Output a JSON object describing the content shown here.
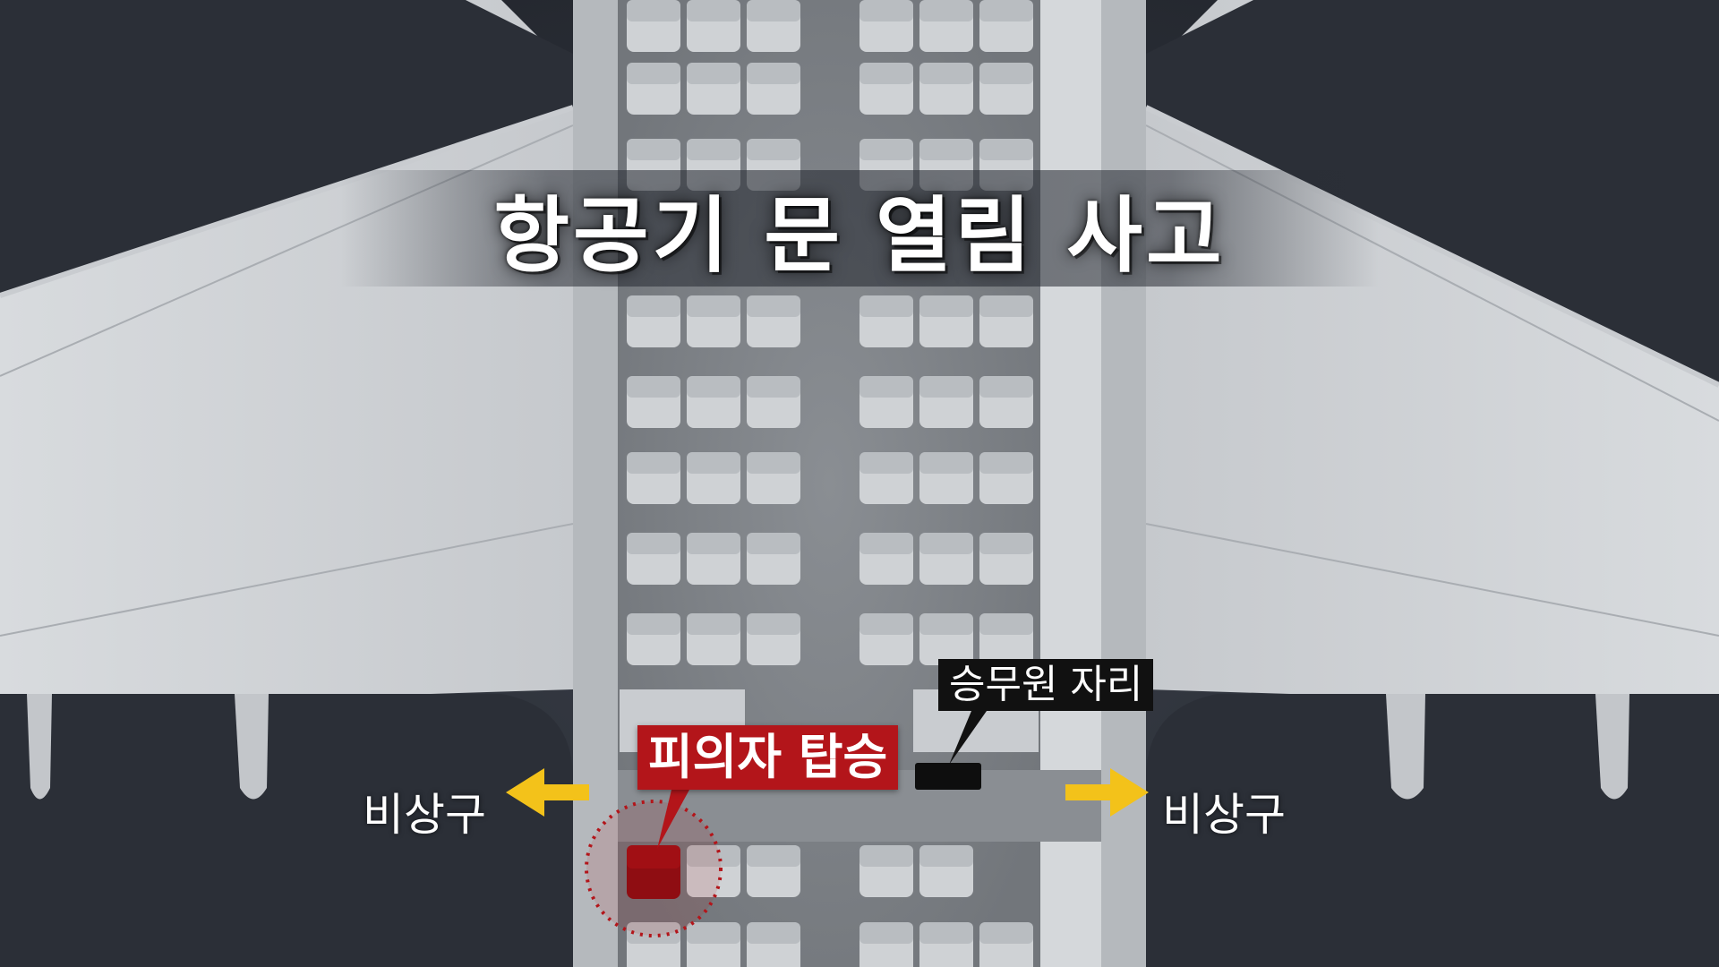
{
  "title": "항공기 문 열림 사고",
  "labels": {
    "suspect_seat": "피의자 탑승",
    "crew_seat": "승무원 자리",
    "exit_left": "비상구",
    "exit_right": "비상구"
  },
  "colors": {
    "background": "#2b2f37",
    "fuselage": "#c9ccd0",
    "aisle": "#7d8186",
    "seat": "#c3c6ca",
    "suspect_seat": "#a10f14",
    "suspect_tag": "#b3151a",
    "crew_tag": "#111111",
    "exit_arrow": "#f3c21a"
  },
  "icons": {
    "exit_left_arrow": "arrow-left-icon",
    "exit_right_arrow": "arrow-right-icon"
  }
}
